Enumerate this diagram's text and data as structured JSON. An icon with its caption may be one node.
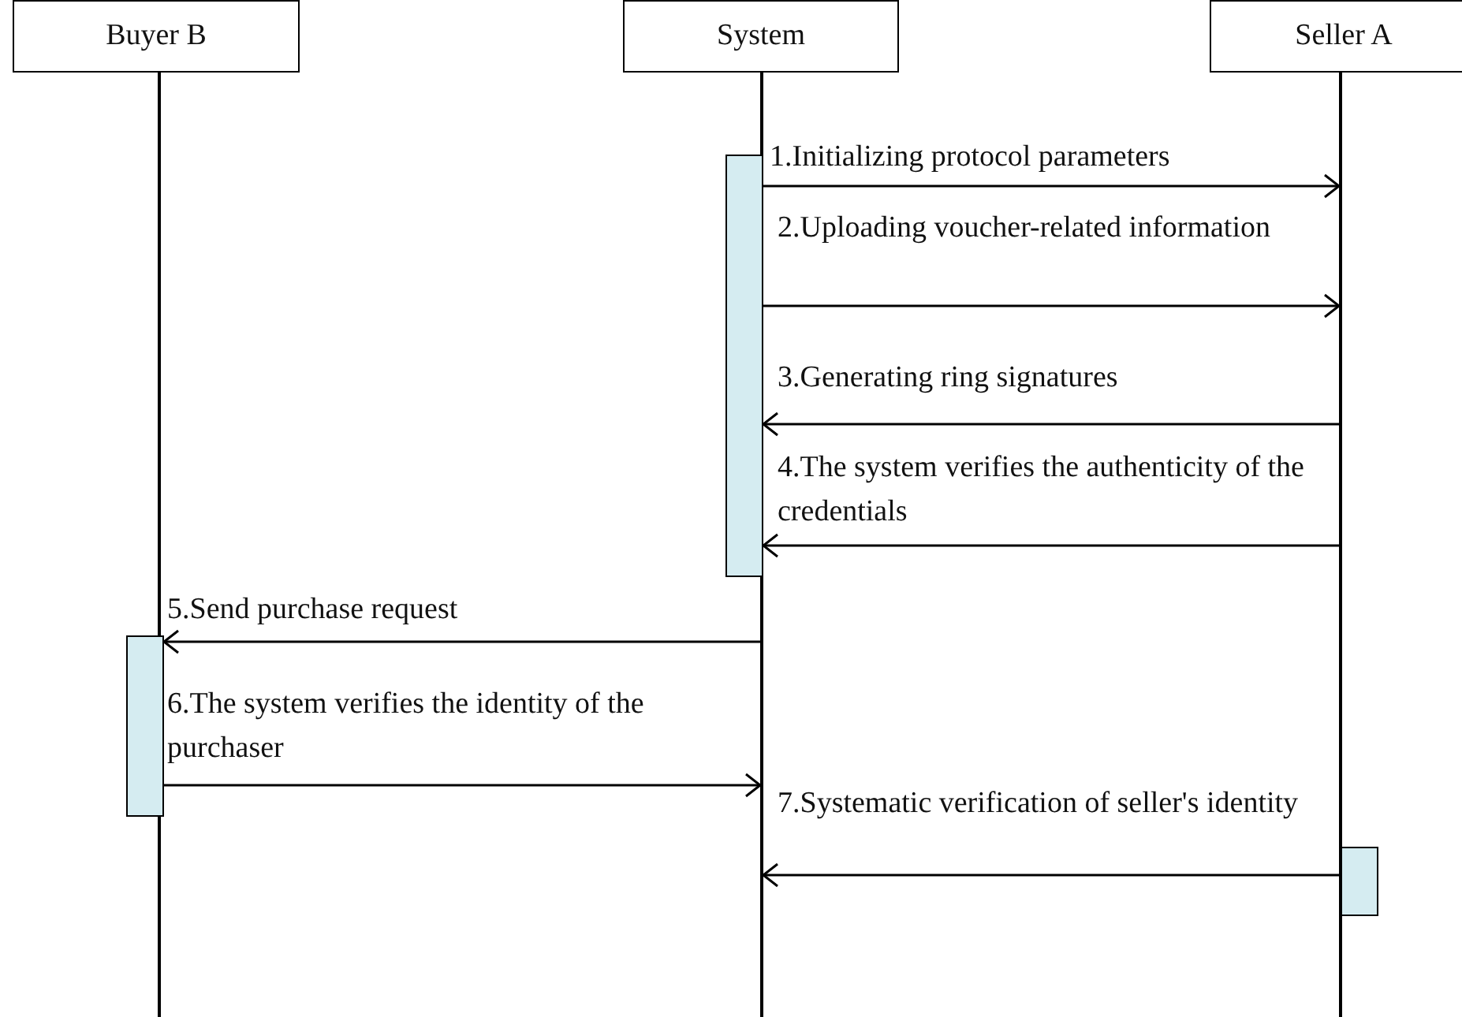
{
  "diagram": {
    "nodes": [
      {
        "text": [
          "Buyer B"
        ]
      },
      {
        "text": [
          "System"
        ]
      },
      {
        "text": [
          "Seller A"
        ]
      },
      {
        "text": [],
        "shape": "line"
      },
      {
        "text": [],
        "shape": "line"
      },
      {
        "text": [],
        "shape": "line"
      },
      {
        "text": [],
        "shape": "bar"
      },
      {
        "text": [],
        "shape": "bar"
      },
      {
        "text": [],
        "shape": "bar"
      }
    ],
    "edges": [
      {
        "from": 6,
        "to": 5,
        "arrow": "to",
        "label": "1.Initializing protocol parameters"
      },
      {
        "from": 6,
        "to": 5,
        "arrow": "to",
        "label": "2.Uploading voucher-related information"
      },
      {
        "from": 5,
        "to": 6,
        "arrow": "to",
        "label": "3.Generating ring signatures"
      },
      {
        "from": 5,
        "to": 6,
        "arrow": "to",
        "label": "4.The system verifies the authenticity of the credentials"
      },
      {
        "from": 4,
        "to": 7,
        "arrow": "to",
        "label": "5.Send purchase request"
      },
      {
        "from": 7,
        "to": 4,
        "arrow": "to",
        "label": "6.The system verifies the identity of the purchaser"
      },
      {
        "from": 8,
        "to": 4,
        "arrow": "to",
        "label": "7.Systematic verification of seller's identity"
      }
    ]
  }
}
